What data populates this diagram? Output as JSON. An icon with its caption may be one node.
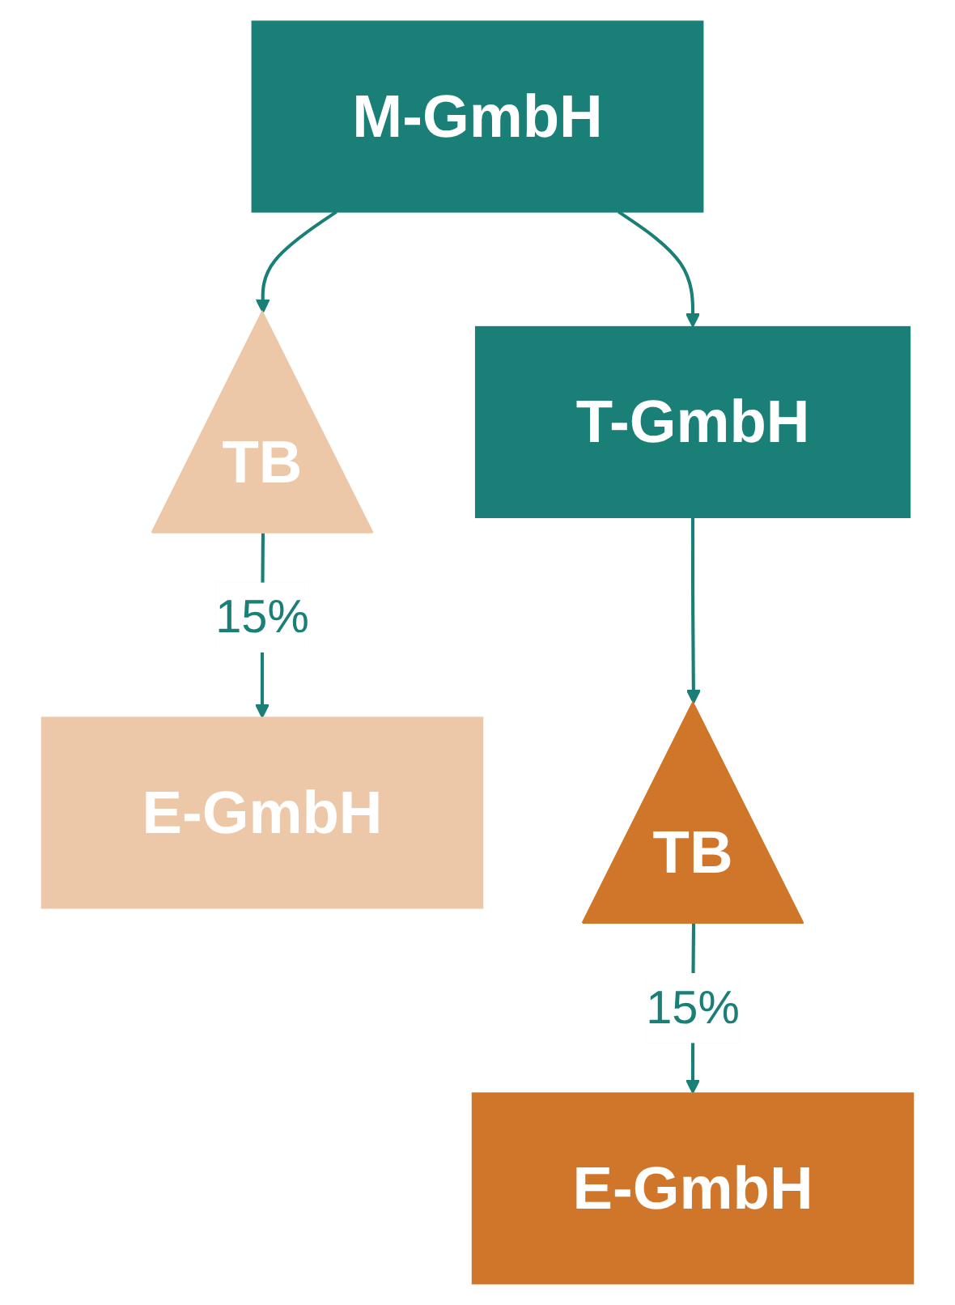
{
  "diagram": {
    "nodes": [
      {
        "text": [
          "M-GmbH"
        ]
      },
      {
        "text": [
          "T-GmbH"
        ]
      },
      {
        "text": [
          "TB"
        ]
      },
      {
        "text": [
          "E-GmbH"
        ]
      },
      {
        "text": [
          "TB"
        ]
      },
      {
        "text": [
          "E-GmbH"
        ]
      }
    ],
    "edges": [
      {
        "from": 0,
        "to": 1,
        "arrow": "to"
      },
      {
        "from": 1,
        "to": 4,
        "arrow": "to"
      },
      {
        "from": 4,
        "to": 5,
        "label": "15%",
        "arrow": "to"
      },
      {
        "from": 0,
        "to": 2,
        "arrow": "to"
      },
      {
        "from": 2,
        "to": 3,
        "label": "15%",
        "arrow": "to"
      }
    ]
  }
}
